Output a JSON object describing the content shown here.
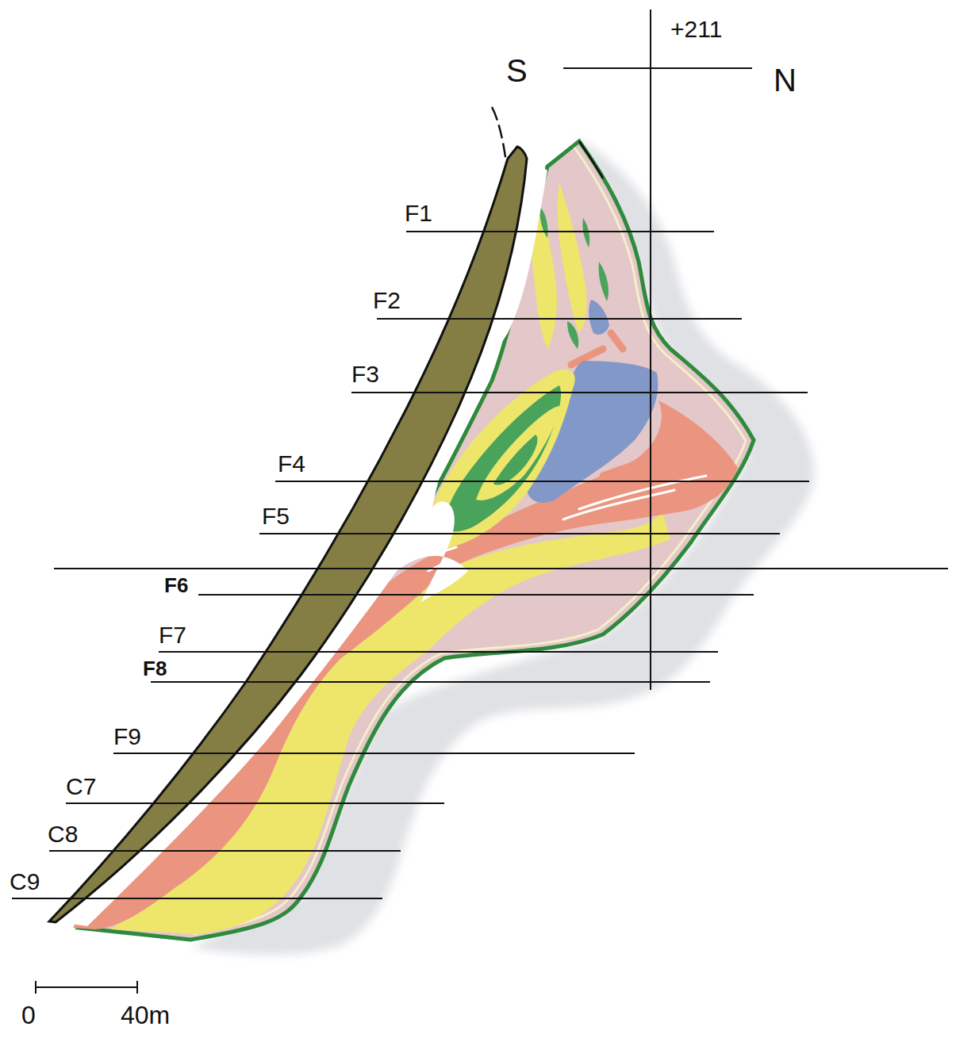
{
  "diagram": {
    "labels": [
      "+211",
      "S",
      "N",
      "F1",
      "F2",
      "F3",
      "F4",
      "F5",
      "F6",
      "F7",
      "F8",
      "F9",
      "C7",
      "C8",
      "C9",
      "0",
      "40m"
    ]
  }
}
